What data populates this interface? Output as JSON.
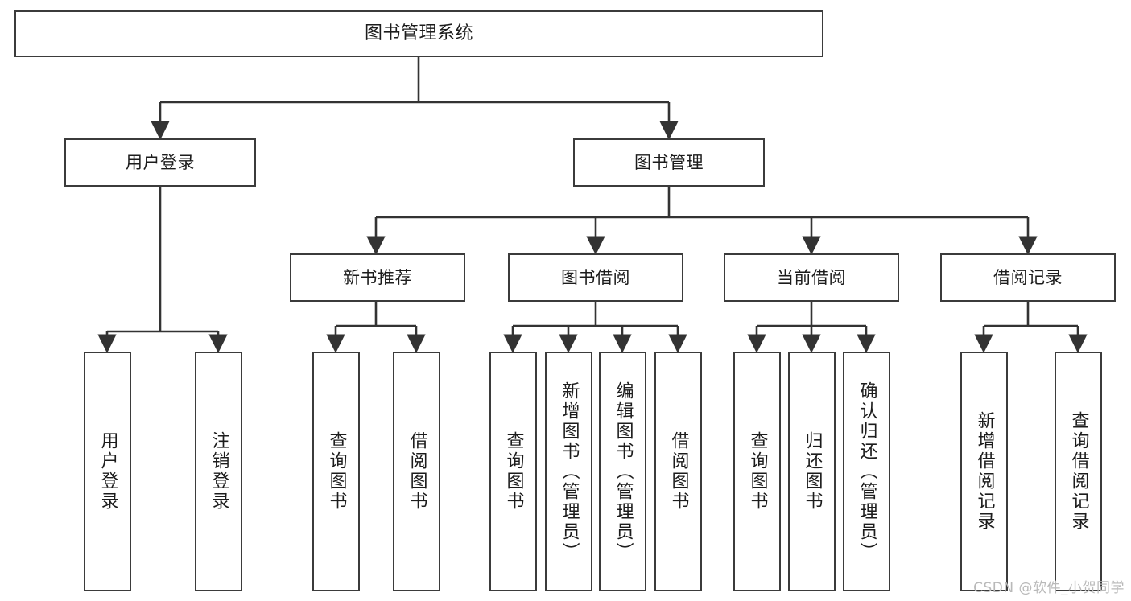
{
  "diagram": {
    "title": "图书管理系统",
    "type": "tree-hierarchy",
    "levels": [
      {
        "level": 1,
        "nodes": [
          {
            "id": "root",
            "label": "图书管理系统",
            "orientation": "horizontal"
          }
        ]
      },
      {
        "level": 2,
        "nodes": [
          {
            "id": "user-login",
            "label": "用户登录",
            "orientation": "horizontal"
          },
          {
            "id": "book-manage",
            "label": "图书管理",
            "orientation": "horizontal"
          }
        ]
      },
      {
        "level": 3,
        "nodes": [
          {
            "id": "new-book-rec",
            "label": "新书推荐",
            "orientation": "horizontal"
          },
          {
            "id": "book-borrow",
            "label": "图书借阅",
            "orientation": "horizontal"
          },
          {
            "id": "current-borrow",
            "label": "当前借阅",
            "orientation": "horizontal"
          },
          {
            "id": "borrow-record",
            "label": "借阅记录",
            "orientation": "horizontal"
          }
        ]
      },
      {
        "level": 4,
        "nodes": [
          {
            "id": "leaf-user-login",
            "label": "用户登录",
            "orientation": "vertical",
            "parent": "user-login"
          },
          {
            "id": "leaf-logout",
            "label": "注销登录",
            "orientation": "vertical",
            "parent": "user-login"
          },
          {
            "id": "leaf-query-book-1",
            "label": "查询图书",
            "orientation": "vertical",
            "parent": "new-book-rec"
          },
          {
            "id": "leaf-borrow-book-1",
            "label": "借阅图书",
            "orientation": "vertical",
            "parent": "new-book-rec"
          },
          {
            "id": "leaf-query-book-2",
            "label": "查询图书",
            "orientation": "vertical",
            "parent": "book-borrow"
          },
          {
            "id": "leaf-add-book",
            "label": "新增图书（管理员）",
            "orientation": "vertical",
            "parent": "book-borrow"
          },
          {
            "id": "leaf-edit-book",
            "label": "编辑图书（管理员）",
            "orientation": "vertical",
            "parent": "book-borrow"
          },
          {
            "id": "leaf-borrow-book-2",
            "label": "借阅图书",
            "orientation": "vertical",
            "parent": "book-borrow"
          },
          {
            "id": "leaf-query-book-3",
            "label": "查询图书",
            "orientation": "vertical",
            "parent": "current-borrow"
          },
          {
            "id": "leaf-return-book",
            "label": "归还图书",
            "orientation": "vertical",
            "parent": "current-borrow"
          },
          {
            "id": "leaf-confirm-return",
            "label": "确认归还（管理员）",
            "orientation": "vertical",
            "parent": "current-borrow"
          },
          {
            "id": "leaf-add-record",
            "label": "新增借阅记录",
            "orientation": "vertical",
            "parent": "borrow-record"
          },
          {
            "id": "leaf-query-record",
            "label": "查询借阅记录",
            "orientation": "vertical",
            "parent": "borrow-record"
          }
        ]
      }
    ],
    "colors": {
      "border": "#3b3b3b",
      "text": "#1c1c1c",
      "connector": "#333333",
      "background": "#ffffff",
      "watermark": "#b9b9b9"
    }
  },
  "watermark": {
    "text": "CSDN @软件_小贺同学"
  }
}
